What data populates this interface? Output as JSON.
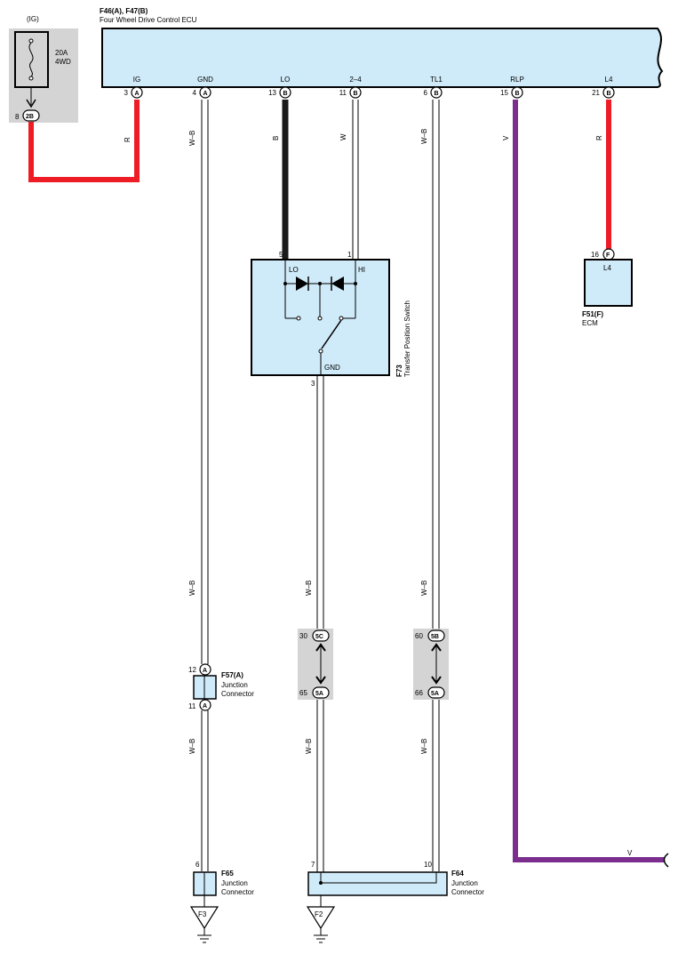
{
  "fuse": {
    "circuit": "(IG)",
    "rating": "20A",
    "name": "4WD",
    "pin": "8",
    "connector": "2B"
  },
  "ecu": {
    "ids": "F46(A), F47(B)",
    "name": "Four Wheel Drive Control ECU",
    "terminals": [
      {
        "label": "IG",
        "pin": "3",
        "conn": "A"
      },
      {
        "label": "GND",
        "pin": "4",
        "conn": "A"
      },
      {
        "label": "LO",
        "pin": "13",
        "conn": "B"
      },
      {
        "label": "2–4",
        "pin": "11",
        "conn": "B"
      },
      {
        "label": "TL1",
        "pin": "6",
        "conn": "B"
      },
      {
        "label": "RLP",
        "pin": "15",
        "conn": "B"
      },
      {
        "label": "L4",
        "pin": "21",
        "conn": "B"
      }
    ]
  },
  "wire_colors": {
    "R": "R",
    "W-B": "W–B",
    "B": "B",
    "W": "W",
    "V": "V"
  },
  "colors": {
    "red": "#ee1c24",
    "black": "#1a1a1a",
    "purple": "#7b2e8e",
    "component_fill": "#cfeaf8",
    "shade": "#d4d4d4"
  },
  "switch": {
    "id": "F73",
    "name": "Transfer Position Switch",
    "lo": "LO",
    "hi": "HI",
    "gnd": "GND",
    "pin_lo": "5",
    "pin_hi": "1",
    "pin_gnd": "3"
  },
  "ecm": {
    "id": "F51(F)",
    "name": "ECM",
    "label": "L4",
    "pin": "16",
    "conn": "F"
  },
  "junction_f57": {
    "id": "F57(A)",
    "line1": "Junction",
    "line2": "Connector",
    "pin_top": "12",
    "pin_bottom": "11",
    "conn": "A"
  },
  "joint_5c_5a": {
    "pin_top": "30",
    "conn_top": "5C",
    "pin_bottom": "65",
    "conn_bottom": "5A"
  },
  "joint_5b_5a": {
    "pin_top": "60",
    "conn_top": "5B",
    "pin_bottom": "66",
    "conn_bottom": "5A"
  },
  "junction_f65": {
    "id": "F65",
    "line1": "Junction",
    "line2": "Connector",
    "pin": "6"
  },
  "junction_f64": {
    "id": "F64",
    "line1": "Junction",
    "line2": "Connector",
    "pin_left": "7",
    "pin_right": "10"
  },
  "grounds": {
    "g1": "F3",
    "g2": "F2"
  },
  "icons": {
    "fuse": "fuse-icon",
    "diode": "diode-icon",
    "switch": "switch-icon",
    "ground": "ground-icon",
    "wavy-edge": "break-icon"
  }
}
